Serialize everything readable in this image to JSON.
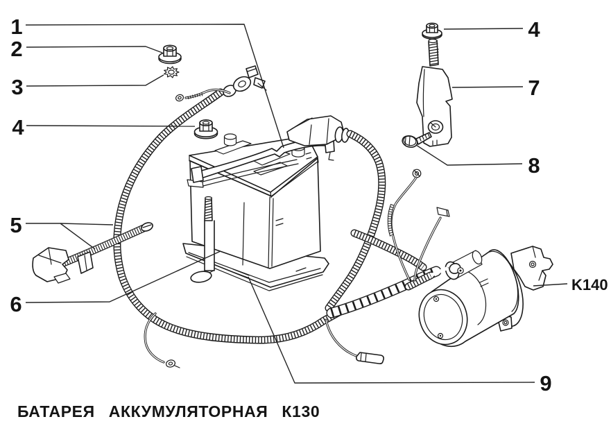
{
  "figure": {
    "colors": {
      "line": "#1b1b1b",
      "background": "#ffffff",
      "text": "#141414"
    },
    "callouts": {
      "c1": "1",
      "c2": "2",
      "c3": "3",
      "c4_left": "4",
      "c5": "5",
      "c6": "6",
      "c4_right": "4",
      "c7": "7",
      "c8": "8",
      "c9": "9",
      "k140": "K140"
    },
    "caption": "БАТАРЕЯ АККУМУЛЯТОРНАЯ К130"
  }
}
